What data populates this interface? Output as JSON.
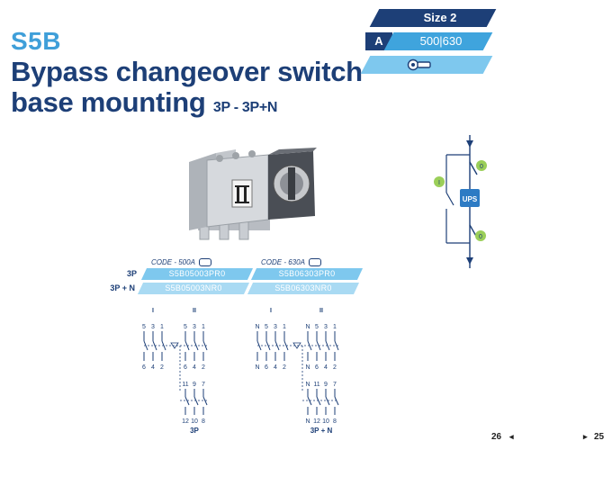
{
  "header": {
    "brand": "S5B",
    "title_line1": "Bypass changeover switch",
    "title_line2": "base mounting",
    "title_sub": "3P - 3P+N"
  },
  "spec_table": {
    "size_label": "Size 2",
    "rating_label": "A",
    "rating_value": "500|630",
    "lug_icon": "cable-lug-icon"
  },
  "ups_diagram": {
    "ups_label": "UPS",
    "markers": [
      "0",
      "0",
      "I"
    ]
  },
  "codes": {
    "rows": [
      "3P",
      "3P + N"
    ],
    "columns": [
      {
        "header": "CODE - 500A",
        "codes": [
          "S5B05003PR0",
          "S5B05003NR0"
        ]
      },
      {
        "header": "CODE - 630A",
        "codes": [
          "S5B06303PR0",
          "S5B06303NR0"
        ]
      }
    ]
  },
  "wiring": {
    "left": {
      "roman_left": "I",
      "roman_right": "II",
      "top_left": [
        "5",
        "3",
        "1"
      ],
      "bottom_left": [
        "6",
        "4",
        "2"
      ],
      "top_right": [
        "5",
        "3",
        "1"
      ],
      "bottom_right": [
        "6",
        "4",
        "2"
      ],
      "lower_top": [
        "11",
        "9",
        "7"
      ],
      "lower_bottom": [
        "12",
        "10",
        "8"
      ],
      "caption": "3P"
    },
    "right": {
      "roman_left": "I",
      "roman_right": "II",
      "top_left": [
        "N",
        "5",
        "3",
        "1"
      ],
      "bottom_left": [
        "N",
        "6",
        "4",
        "2"
      ],
      "top_right": [
        "N",
        "5",
        "3",
        "1"
      ],
      "bottom_right": [
        "N",
        "6",
        "4",
        "2"
      ],
      "lower_top": [
        "N",
        "11",
        "9",
        "7"
      ],
      "lower_bottom": [
        "N",
        "12",
        "10",
        "8"
      ],
      "caption": "3P + N"
    }
  },
  "pagination": {
    "left_page": "26",
    "left_arrow": "◂",
    "right_arrow": "▸",
    "right_page": "25"
  },
  "colors": {
    "navy": "#1d3f77",
    "light_blue": "#3fa4dd",
    "pale_blue": "#7ec8ee",
    "marker_green": "#9bcf59"
  }
}
